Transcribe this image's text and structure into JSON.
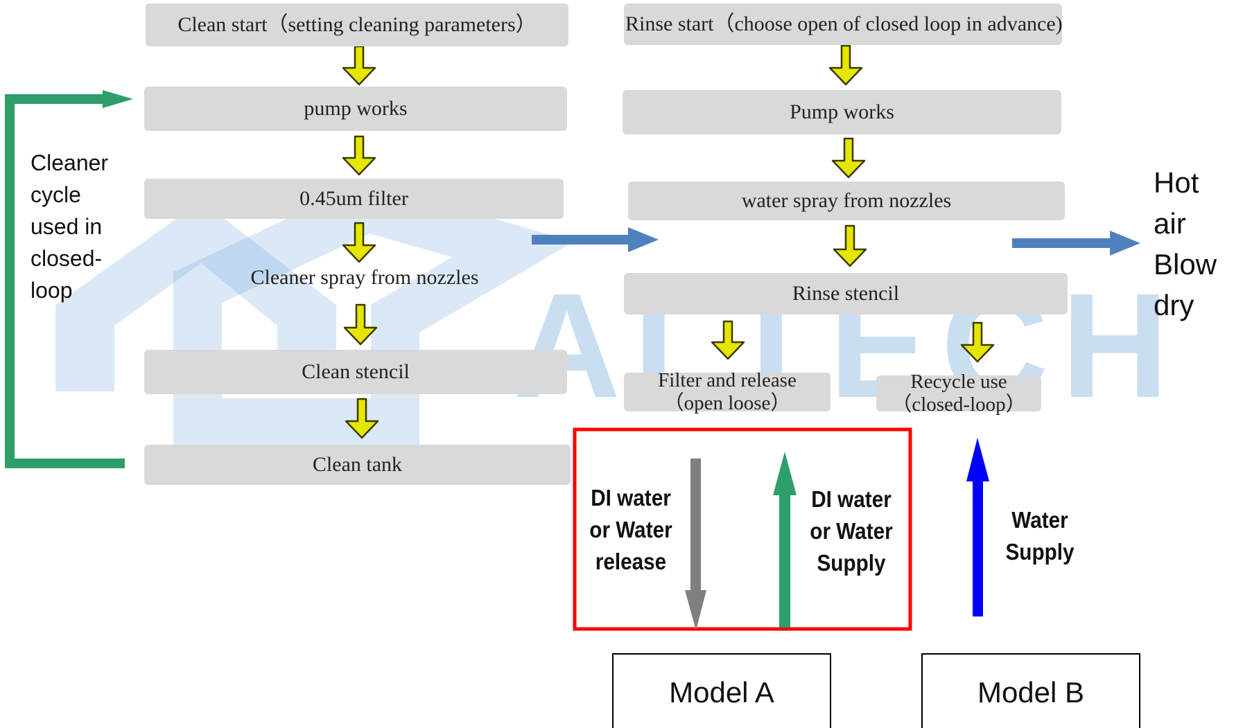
{
  "clean_column": {
    "steps": [
      "Clean start（setting cleaning parameters）",
      "pump works",
      "0.45um filter",
      "Cleaner spray from nozzles",
      "Clean stencil",
      "Clean tank"
    ]
  },
  "rinse_column": {
    "steps": [
      "Rinse start（choose  open of closed loop in advance)",
      "Pump works",
      "water spray from nozzles",
      "Rinse stencil"
    ],
    "branch_open": {
      "line1": "Filter  and release",
      "line2": "（open loose）"
    },
    "branch_closed": {
      "line1": "Recycle use",
      "line2": "（closed-loop）"
    }
  },
  "cleaner_cycle_label": [
    "Cleaner",
    "cycle",
    "used in",
    "closed-",
    "loop"
  ],
  "hot_air_label": [
    "Hot",
    "air",
    "Blow",
    "dry"
  ],
  "model_a": {
    "release_label": [
      "DI water",
      "or Water",
      "release"
    ],
    "supply_label": [
      "DI water",
      "or Water",
      "Supply"
    ],
    "name": "Model A"
  },
  "model_b": {
    "supply_label": [
      "Water",
      "Supply"
    ],
    "name": "Model B"
  },
  "watermark": {
    "text": "ALTECH"
  },
  "colors": {
    "box_fill": "#d9d9d9",
    "step_arrow": "#e6e600",
    "loop_arrow": "#2e9e6a",
    "flow_arrow": "#4f81bd",
    "release_arrow": "#7f7f7f",
    "supply_arrow_a": "#2e9e6a",
    "supply_arrow_b": "#0000ff",
    "highlight_border": "#ff0000"
  }
}
